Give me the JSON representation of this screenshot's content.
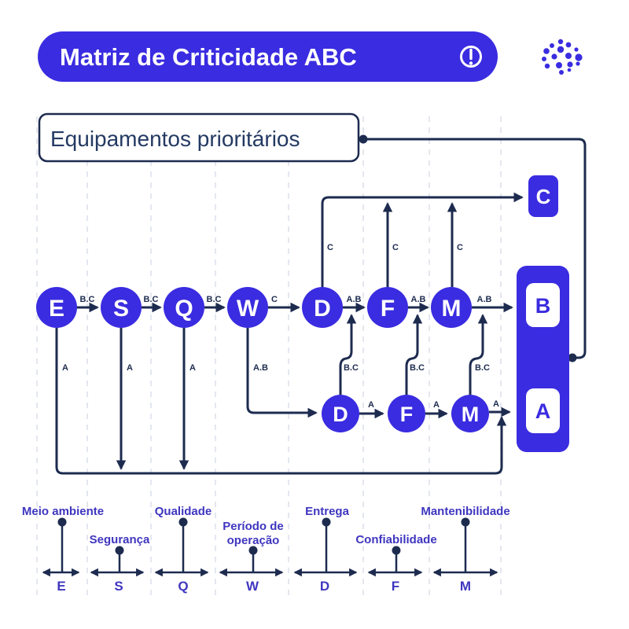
{
  "title": {
    "text": "Matriz de Criticidade ABC"
  },
  "icons": {
    "info": "exclamation-circle-icon",
    "decoration": "dotted-ring"
  },
  "colors": {
    "primary_blue": "#3a2ce0",
    "navy": "#1d2b4f",
    "indigo": "#3f36bf",
    "guide_dash": "#dce1eb"
  },
  "priority_box": {
    "label": "Equipamentos prioritários"
  },
  "flow": {
    "top_nodes": [
      "E",
      "S",
      "Q",
      "W",
      "D",
      "F",
      "M"
    ],
    "bottom_nodes": [
      "D",
      "F",
      "M"
    ],
    "class_boxes": {
      "c": "C",
      "b": "B",
      "a": "A"
    },
    "edge_labels": {
      "e_s": "B.C",
      "s_q": "B.C",
      "q_w": "B.C",
      "w_d": "C",
      "d_f": "A.B",
      "f_m": "A.B",
      "m_b": "A.B",
      "d_up": "C",
      "f_up": "C",
      "m_up": "C",
      "e_down": "A",
      "s_down": "A",
      "q_down": "A",
      "w_down": "A.B",
      "d2_f2": "A",
      "f2_m2": "A",
      "m2_a": "A",
      "d2_up": "B.C",
      "f2_up": "B.C",
      "m2_up": "B.C"
    }
  },
  "legend": {
    "items": [
      {
        "letter": "E",
        "label": "Meio ambiente"
      },
      {
        "letter": "S",
        "label": "Segurança"
      },
      {
        "letter": "Q",
        "label": "Qualidade"
      },
      {
        "letter": "W",
        "label": "Período de operação",
        "label_lines": [
          "Período de",
          "operação"
        ]
      },
      {
        "letter": "D",
        "label": "Entrega"
      },
      {
        "letter": "F",
        "label": "Confiabilidade"
      },
      {
        "letter": "M",
        "label": "Mantenibilidade"
      }
    ]
  }
}
